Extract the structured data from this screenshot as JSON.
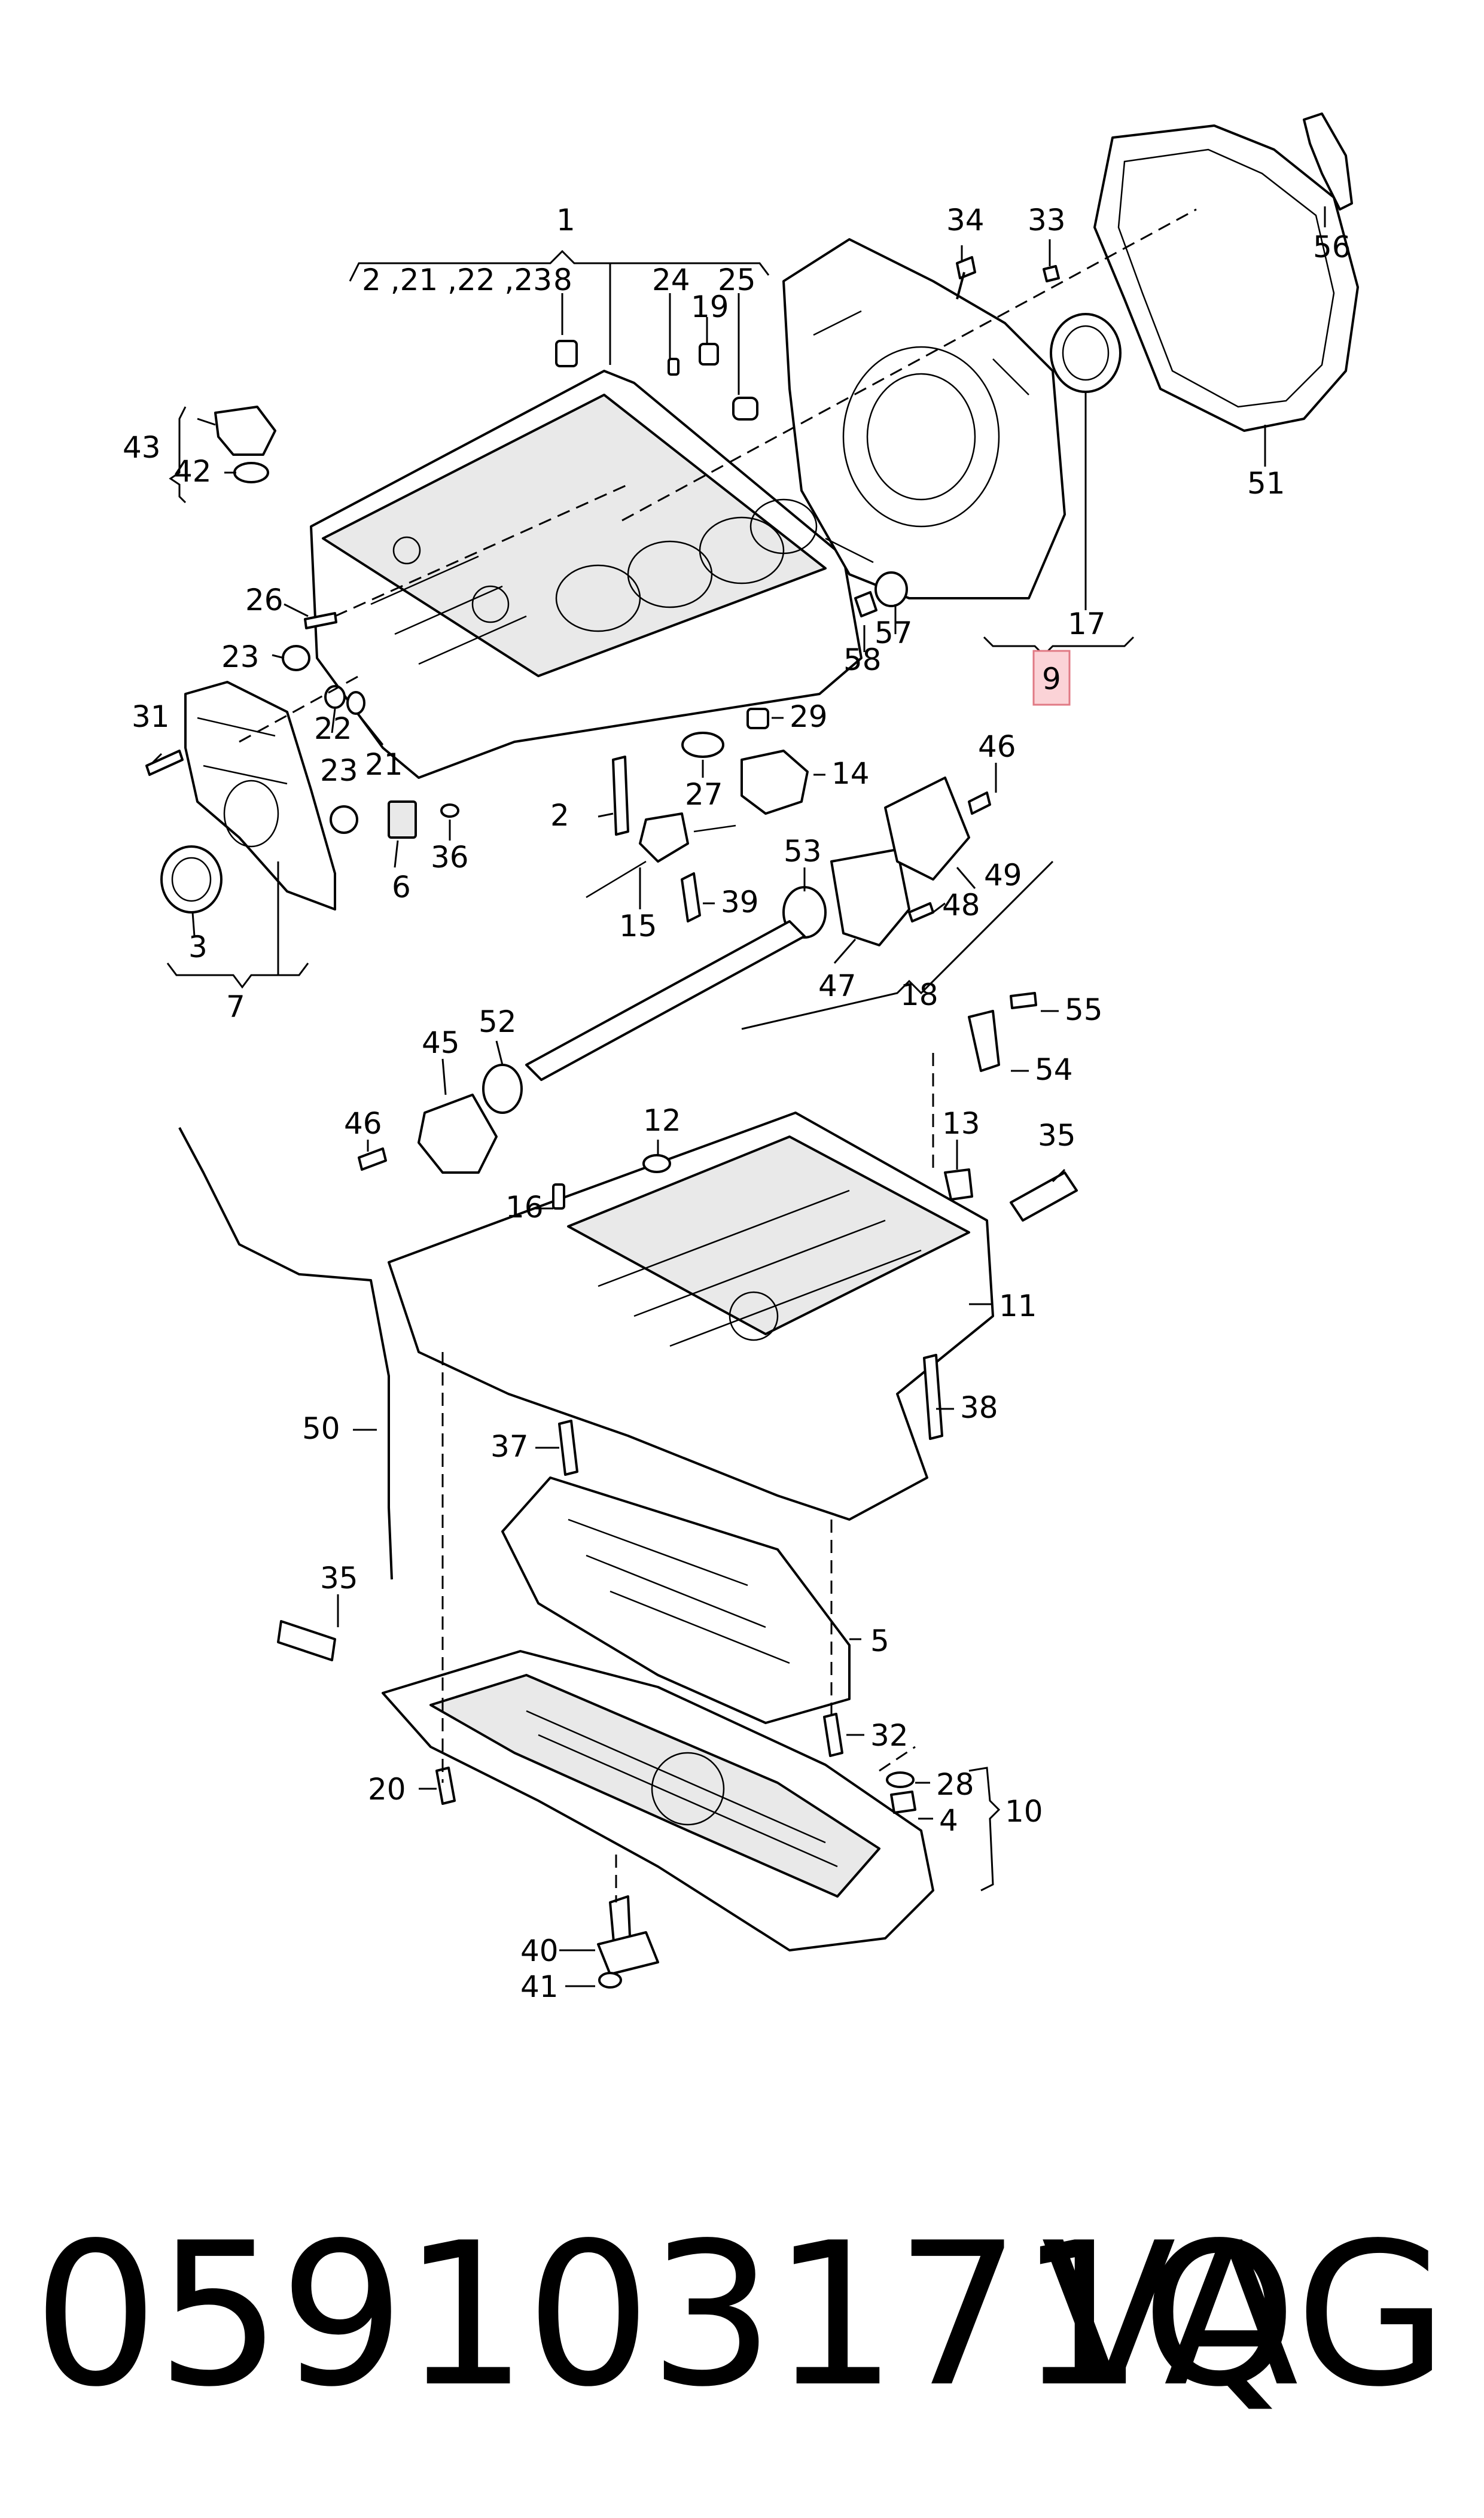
{
  "diagram": {
    "callouts": {
      "c1": "1",
      "c2_group": "2 ,21 ,22 ,23",
      "c8": "8",
      "c24": "24",
      "c19": "19",
      "c25": "25",
      "c34": "34",
      "c33": "33",
      "c56": "56",
      "c51": "51",
      "c43": "43",
      "c42": "42",
      "c26": "26",
      "c23a": "23",
      "c31": "31",
      "c22": "22",
      "c21": "21",
      "c23b": "23",
      "c6": "6",
      "c36": "36",
      "c3": "3",
      "c7": "7",
      "c57": "57",
      "c58": "58",
      "c17": "17",
      "c9": "9",
      "c29": "29",
      "c27": "27",
      "c14": "14",
      "c46a": "46",
      "c2": "2",
      "c53": "53",
      "c49": "49",
      "c48": "48",
      "c39": "39",
      "c15": "15",
      "c47": "47",
      "c18": "18",
      "c55": "55",
      "c54": "54",
      "c52": "52",
      "c45": "45",
      "c46b": "46",
      "c12": "12",
      "c13": "13",
      "c35a": "35",
      "c16": "16",
      "c11": "11",
      "c38": "38",
      "c50": "50",
      "c37": "37",
      "c35b": "35",
      "c5": "5",
      "c32": "32",
      "c20": "20",
      "c28": "28",
      "c10": "10",
      "c4": "4",
      "c40": "40",
      "c41": "41"
    },
    "highlighted_callout": "9",
    "highlight_color": "#fbd3d7"
  },
  "footer": {
    "part_number": "059103171Q",
    "brand": "VAG"
  }
}
